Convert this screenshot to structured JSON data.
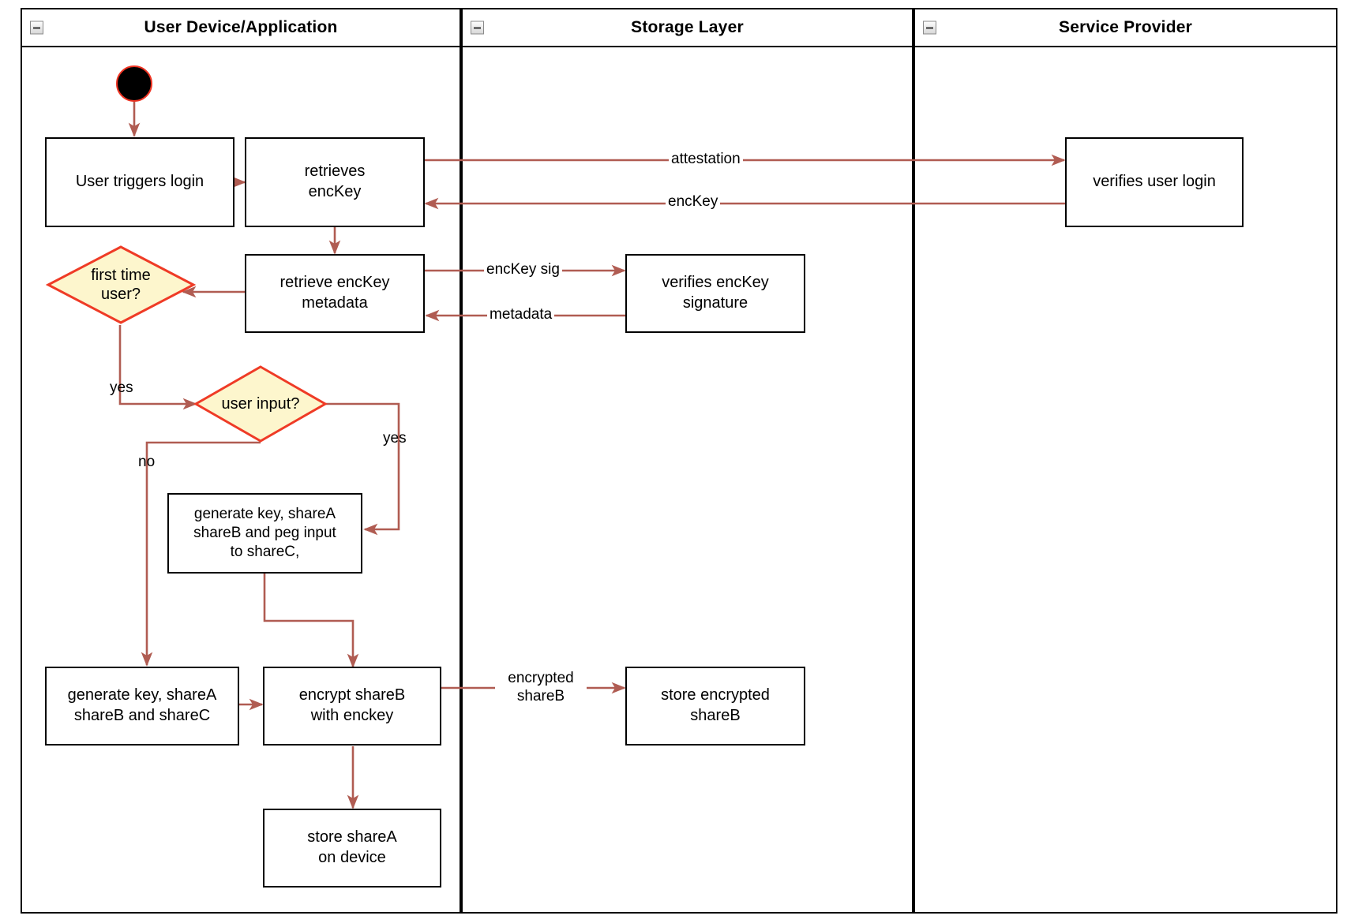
{
  "diagram": {
    "type": "uml-activity-swimlane",
    "colors": {
      "edge": "#b05c52",
      "decision_fill": "#fdf6cd",
      "decision_stroke": "#ef3b26",
      "start_fill": "#000000",
      "start_stroke": "#ee3322",
      "node_stroke": "#000000",
      "lane_stroke": "#000000",
      "background": "#ffffff"
    }
  },
  "lanes": [
    {
      "id": "user-device",
      "title": "User Device/Application",
      "collapse_icon": "minus-icon"
    },
    {
      "id": "storage-layer",
      "title": "Storage Layer",
      "collapse_icon": "minus-icon"
    },
    {
      "id": "service-provider",
      "title": "Service Provider",
      "collapse_icon": "minus-icon"
    }
  ],
  "nodes": [
    {
      "id": "start",
      "kind": "initial-node",
      "label": ""
    },
    {
      "id": "user-triggers-login",
      "kind": "action",
      "label": "User triggers login"
    },
    {
      "id": "retrieves-enckey",
      "kind": "action",
      "label": "retrieves\nencKey"
    },
    {
      "id": "verifies-user-login",
      "kind": "action",
      "label": "verifies user login"
    },
    {
      "id": "retrieve-enckey-metadata",
      "kind": "action",
      "label": "retrieve encKey\nmetadata"
    },
    {
      "id": "verifies-enckey-signature",
      "kind": "action",
      "label": "verifies encKey signature"
    },
    {
      "id": "first-time-user",
      "kind": "decision",
      "label": "first time\nuser?"
    },
    {
      "id": "user-input",
      "kind": "decision",
      "label": "user input?"
    },
    {
      "id": "generate-peg",
      "kind": "action",
      "label": "generate key, shareA\nshareB and peg input\nto shareC,"
    },
    {
      "id": "generate-shares",
      "kind": "action",
      "label": "generate key, shareA\nshareB and shareC"
    },
    {
      "id": "encrypt-shareb",
      "kind": "action",
      "label": "encrypt shareB\nwith enckey"
    },
    {
      "id": "store-encrypted-shareb",
      "kind": "action",
      "label": "store encrypted\nshareB"
    },
    {
      "id": "store-sharea",
      "kind": "action",
      "label": "store shareA\non device"
    }
  ],
  "edges": [
    {
      "id": "e-start-login",
      "from": "start",
      "to": "user-triggers-login",
      "label": ""
    },
    {
      "id": "e-login-retrieves",
      "from": "user-triggers-login",
      "to": "retrieves-enckey",
      "label": ""
    },
    {
      "id": "e-attestation",
      "from": "retrieves-enckey",
      "to": "verifies-user-login",
      "label": "attestation"
    },
    {
      "id": "e-enckey-back",
      "from": "verifies-user-login",
      "to": "retrieves-enckey",
      "label": "encKey"
    },
    {
      "id": "e-retrieves-metadata",
      "from": "retrieves-enckey",
      "to": "retrieve-enckey-metadata",
      "label": ""
    },
    {
      "id": "e-enckey-sig",
      "from": "retrieve-enckey-metadata",
      "to": "verifies-enckey-signature",
      "label": "encKey sig"
    },
    {
      "id": "e-metadata-back",
      "from": "verifies-enckey-signature",
      "to": "retrieve-enckey-metadata",
      "label": "metadata"
    },
    {
      "id": "e-metadata-firsttime",
      "from": "retrieve-enckey-metadata",
      "to": "first-time-user",
      "label": ""
    },
    {
      "id": "e-firsttime-yes",
      "from": "first-time-user",
      "to": "user-input",
      "label": "yes"
    },
    {
      "id": "e-userinput-yes",
      "from": "user-input",
      "to": "generate-peg",
      "label": "yes"
    },
    {
      "id": "e-userinput-no",
      "from": "user-input",
      "to": "generate-shares",
      "label": "no"
    },
    {
      "id": "e-peg-encrypt",
      "from": "generate-peg",
      "to": "encrypt-shareb",
      "label": ""
    },
    {
      "id": "e-shares-encrypt",
      "from": "generate-shares",
      "to": "encrypt-shareb",
      "label": ""
    },
    {
      "id": "e-encrypted-shareb",
      "from": "encrypt-shareb",
      "to": "store-encrypted-shareb",
      "label": "encrypted\nshareB"
    },
    {
      "id": "e-encrypt-storea",
      "from": "encrypt-shareb",
      "to": "store-sharea",
      "label": ""
    }
  ],
  "edge_labels": {
    "attestation": "attestation",
    "enckey": "encKey",
    "enckey_sig": "encKey sig",
    "metadata": "metadata",
    "yes_first_time": "yes",
    "yes_user_input": "yes",
    "no_user_input": "no",
    "encrypted_shareb": "encrypted\nshareB"
  }
}
